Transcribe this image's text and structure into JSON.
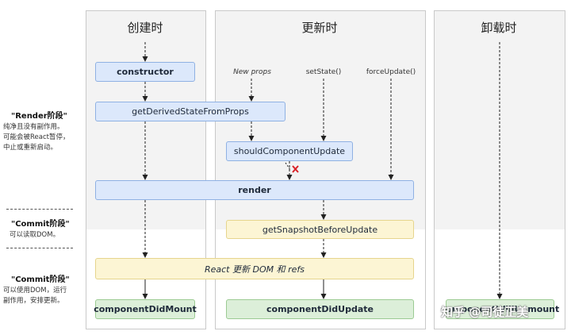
{
  "columns": {
    "mount": "创建时",
    "update": "更新时",
    "unmount": "卸载时"
  },
  "triggers": {
    "new_props": "New props",
    "set_state": "setState()",
    "force_update": "forceUpdate()"
  },
  "methods": {
    "constructor": "constructor",
    "get_derived_state": "getDerivedStateFromProps",
    "should_update": "shouldComponentUpdate",
    "render": "render",
    "get_snapshot": "getSnapshotBeforeUpdate",
    "react_updates": "React 更新 DOM 和 refs",
    "did_mount": "componentDidMount",
    "did_update": "componentDidUpdate",
    "will_unmount": "componentWillUnmount"
  },
  "phases": [
    {
      "title": "\"Render阶段\"",
      "desc": "纯净且没有副作用。\n可能会被React暂停，\n中止或重新启动。"
    },
    {
      "title": "\"Commit阶段\"",
      "desc": "可以读取DOM。"
    },
    {
      "title": "\"Commit阶段\"",
      "desc": "可以使用DOM，运行\n副作用，安排更新。"
    }
  ],
  "watermark": "知乎 @司徒正美",
  "colors": {
    "render_phase_bg": "#f3f3f3",
    "blue_box": "#dce8fb",
    "yellow_box": "#fcf5d4",
    "green_box": "#dcefd9",
    "stop_mark": "#d9232a"
  }
}
